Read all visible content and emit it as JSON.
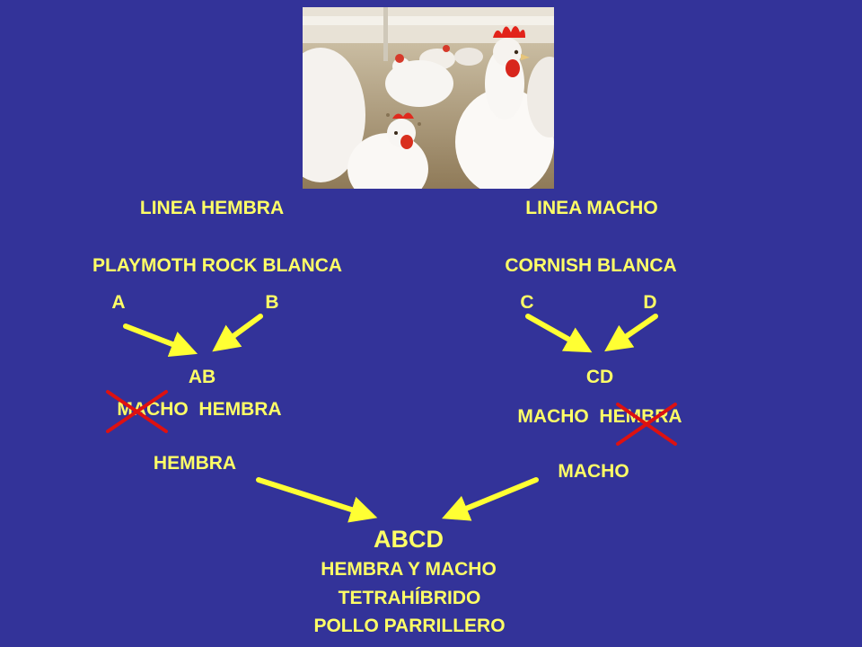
{
  "photo": {
    "subject": "white-chickens-photo"
  },
  "left": {
    "line_title": "LINEA HEMBRA",
    "breed": "PLAYMOTH ROCK BLANCA",
    "parent_a": "A",
    "parent_b": "B",
    "cross": "AB",
    "sexes": "MACHO  HEMBRA",
    "selected": "HEMBRA"
  },
  "right": {
    "line_title": "LINEA MACHO",
    "breed": "CORNISH BLANCA",
    "parent_c": "C",
    "parent_d": "D",
    "cross": "CD",
    "sexes": "MACHO  HEMBRA",
    "selected": "MACHO"
  },
  "result": {
    "cross": "ABCD",
    "line1": "HEMBRA Y MACHO",
    "line2": "TETRAHÍBRIDO",
    "line3": "POLLO PARRILLERO"
  },
  "colors": {
    "background": "#333399",
    "text": "#ffff66",
    "arrow": "#ffff33",
    "cross_mark": "#dd1111"
  }
}
